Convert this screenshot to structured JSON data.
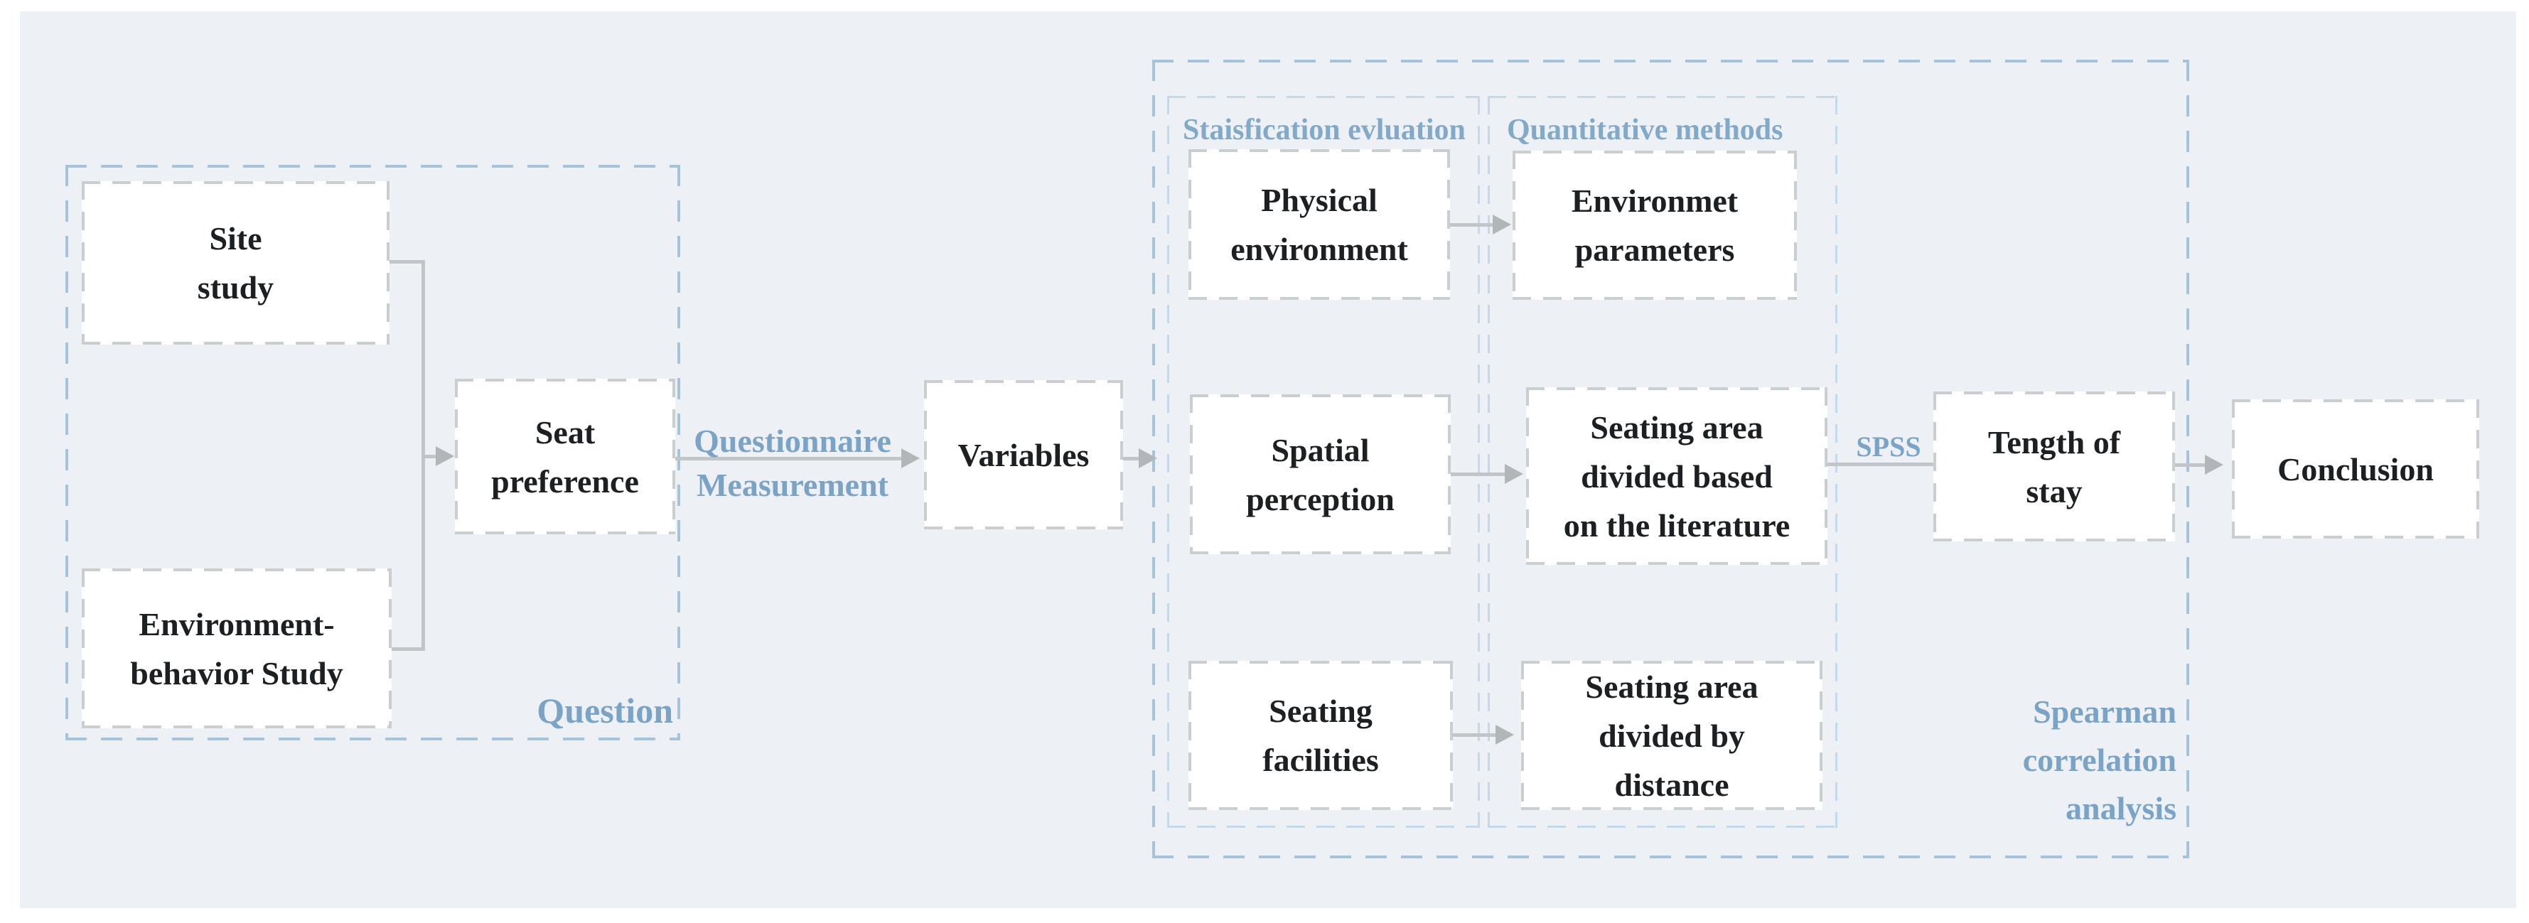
{
  "palette": {
    "panel_bg": "#edf1f6",
    "group_dash_blue": "#a6c3dc",
    "inner_dash_blue": "#c3d9ea",
    "node_dash_gray": "#caced1",
    "node_text": "#1c2023",
    "blue_label_text": "#7ba3c5",
    "connector_gray": "#c2c5c8"
  },
  "groups": {
    "question": {
      "label": "Question"
    },
    "satisfaction": {
      "label": "Staisfication evluation"
    },
    "quantitative": {
      "label": "Quantitative methods"
    },
    "analysis": {
      "label_lines": [
        "Spearman",
        "correlation",
        "analysis"
      ]
    }
  },
  "nodes": {
    "site_study": {
      "lines": [
        "Site",
        "study"
      ]
    },
    "env_behavior": {
      "lines": [
        "Environment-",
        "behavior Study"
      ]
    },
    "seat_preference": {
      "lines": [
        "Seat",
        "preference"
      ]
    },
    "variables": {
      "lines": [
        "Variables"
      ]
    },
    "physical_environment": {
      "lines": [
        "Physical",
        "environment"
      ]
    },
    "environmet_parameters": {
      "lines": [
        "Environmet",
        "parameters"
      ]
    },
    "spatial_perception": {
      "lines": [
        "Spatial",
        "perception"
      ]
    },
    "seating_area_literature": {
      "lines": [
        "Seating area",
        "divided based",
        "on the literature"
      ]
    },
    "seating_facilities": {
      "lines": [
        "Seating",
        "facilities"
      ]
    },
    "seating_area_distance": {
      "lines": [
        "Seating area",
        "divided by",
        "distance"
      ]
    },
    "tength_of_stay": {
      "lines": [
        "Tength of",
        "stay"
      ]
    },
    "conclusion": {
      "lines": [
        "Conclusion"
      ]
    }
  },
  "edge_labels": {
    "questionnaire_measurement": {
      "lines": [
        "Questionnaire",
        "Measurement"
      ]
    },
    "spss": {
      "label": "SPSS"
    }
  }
}
